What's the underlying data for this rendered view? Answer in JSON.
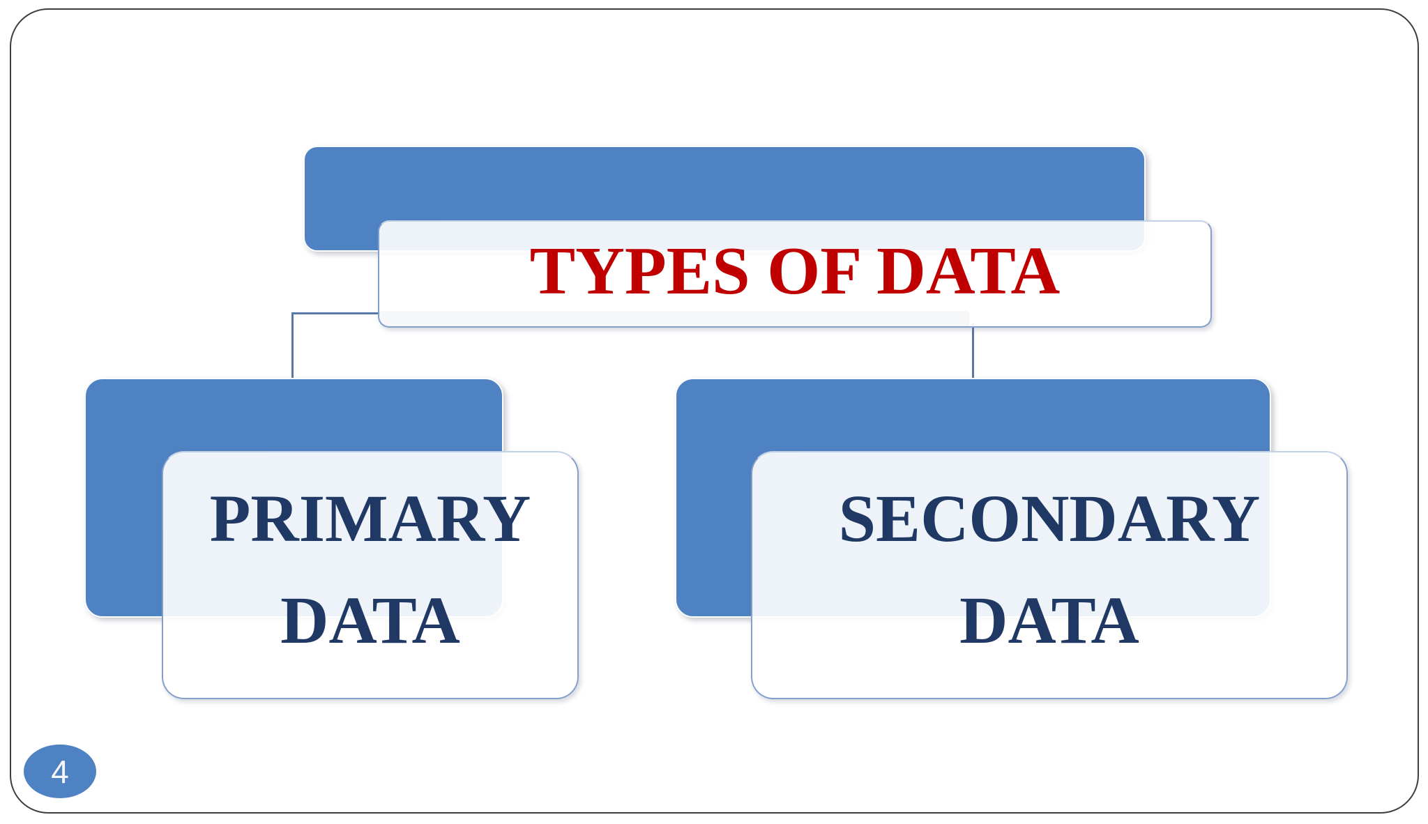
{
  "slide": {
    "page_number": "4",
    "diagram": {
      "type": "hierarchy",
      "root": {
        "label": "TYPES OF DATA"
      },
      "children": [
        {
          "label": "PRIMARY DATA",
          "line1": "PRIMARY",
          "line2": "DATA"
        },
        {
          "label": "SECONDARY DATA",
          "line1": "SECONDARY",
          "line2": "DATA"
        }
      ]
    }
  },
  "colors": {
    "accent_blue": "#4f82c2",
    "title_red": "#c00000",
    "node_navy": "#1f3864",
    "connector": "#5878a8",
    "border_dark": "#3d3d3d"
  }
}
